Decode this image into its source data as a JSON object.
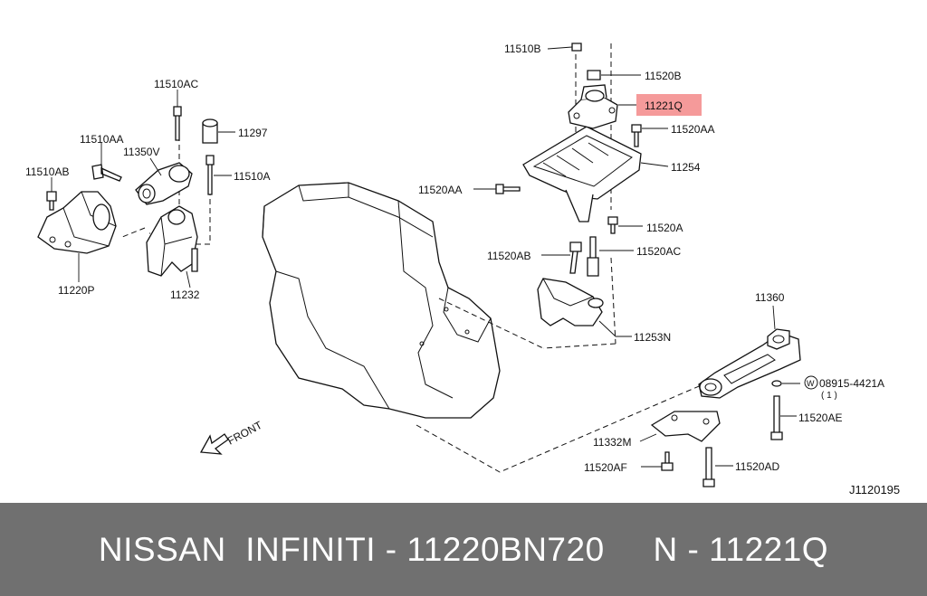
{
  "diagram": {
    "labels": {
      "p11510B": "11510B",
      "p11520B": "11520B",
      "p11221Q": "11221Q",
      "p11520AA_r": "11520AA",
      "p11254": "11254",
      "p11520AA_l": "11520AA",
      "p11520A": "11520A",
      "p11520AB": "11520AB",
      "p11520AC": "11520AC",
      "p11253N": "11253N",
      "p11360": "11360",
      "p08915": "08915-4421A",
      "p08915_qty": "( 1 )",
      "p08915_w": "W",
      "p11520AE": "11520AE",
      "p11332M": "11332M",
      "p11520AF": "11520AF",
      "p11520AD": "11520AD",
      "p11510AC": "11510AC",
      "p11297": "11297",
      "p11510AA": "11510AA",
      "p11350V": "11350V",
      "p11510A": "11510A",
      "p11510AB": "11510AB",
      "p11220P": "11220P",
      "p11232": "11232",
      "front": "FRONT",
      "figure_code": "J1120195"
    },
    "highlight_color": "#f59a9a"
  },
  "footer": {
    "text": "NISSAN  INFINITI - 11220BN720     N - 11221Q"
  }
}
